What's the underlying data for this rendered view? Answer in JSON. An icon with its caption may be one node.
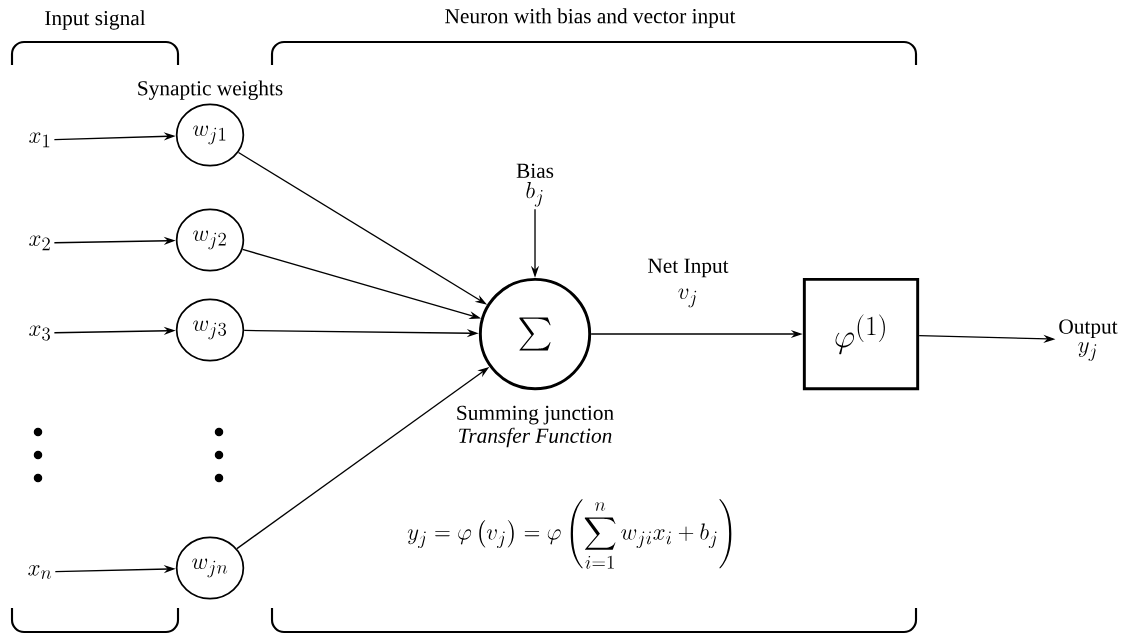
{
  "diagram": {
    "nodes": [
      {
        "text": [
          "x_1"
        ]
      },
      {
        "text": [
          "x_2"
        ]
      },
      {
        "text": [
          "x_3"
        ]
      },
      {
        "text": [
          "x_n"
        ]
      },
      {
        "text": [
          "w_{j1}"
        ],
        "beside": [
          "Synaptic weights"
        ]
      },
      {
        "text": [
          "w_{j2}"
        ]
      },
      {
        "text": [
          "w_{j3}"
        ]
      },
      {
        "text": [
          "w_{jn}"
        ]
      },
      {
        "text": [
          "Bias",
          "b_j"
        ]
      },
      {
        "text": [
          "\\sum"
        ],
        "beside": [
          "Summing junction",
          "Transfer Function"
        ]
      },
      {
        "text": [
          "\\varphi^{(1)}"
        ]
      },
      {
        "text": [
          "Output",
          "y_j"
        ]
      }
    ],
    "edges": [
      {
        "from": 0,
        "to": 4,
        "arrow": "to"
      },
      {
        "from": 1,
        "to": 5,
        "arrow": "to"
      },
      {
        "from": 2,
        "to": 6,
        "arrow": "to"
      },
      {
        "from": 3,
        "to": 7,
        "arrow": "to"
      },
      {
        "from": 4,
        "to": 9,
        "arrow": "to"
      },
      {
        "from": 5,
        "to": 9,
        "arrow": "to"
      },
      {
        "from": 6,
        "to": 9,
        "arrow": "to"
      },
      {
        "from": 7,
        "to": 9,
        "arrow": "to"
      },
      {
        "from": 8,
        "to": 9,
        "arrow": "to"
      },
      {
        "from": 9,
        "to": 10,
        "arrow": "to",
        "label": "Net Input"
      },
      {
        "from": 10,
        "to": 11,
        "arrow": "to"
      }
    ],
    "labels": [
      "Input signal",
      "Neuron with bias and vector input",
      "v_j",
      "y_j = \\varphi\\left(v_j\\right) = \\varphi\\left(\\sum_{i=1}^{n} w_{ji} x_i + b_j\\right)"
    ]
  }
}
